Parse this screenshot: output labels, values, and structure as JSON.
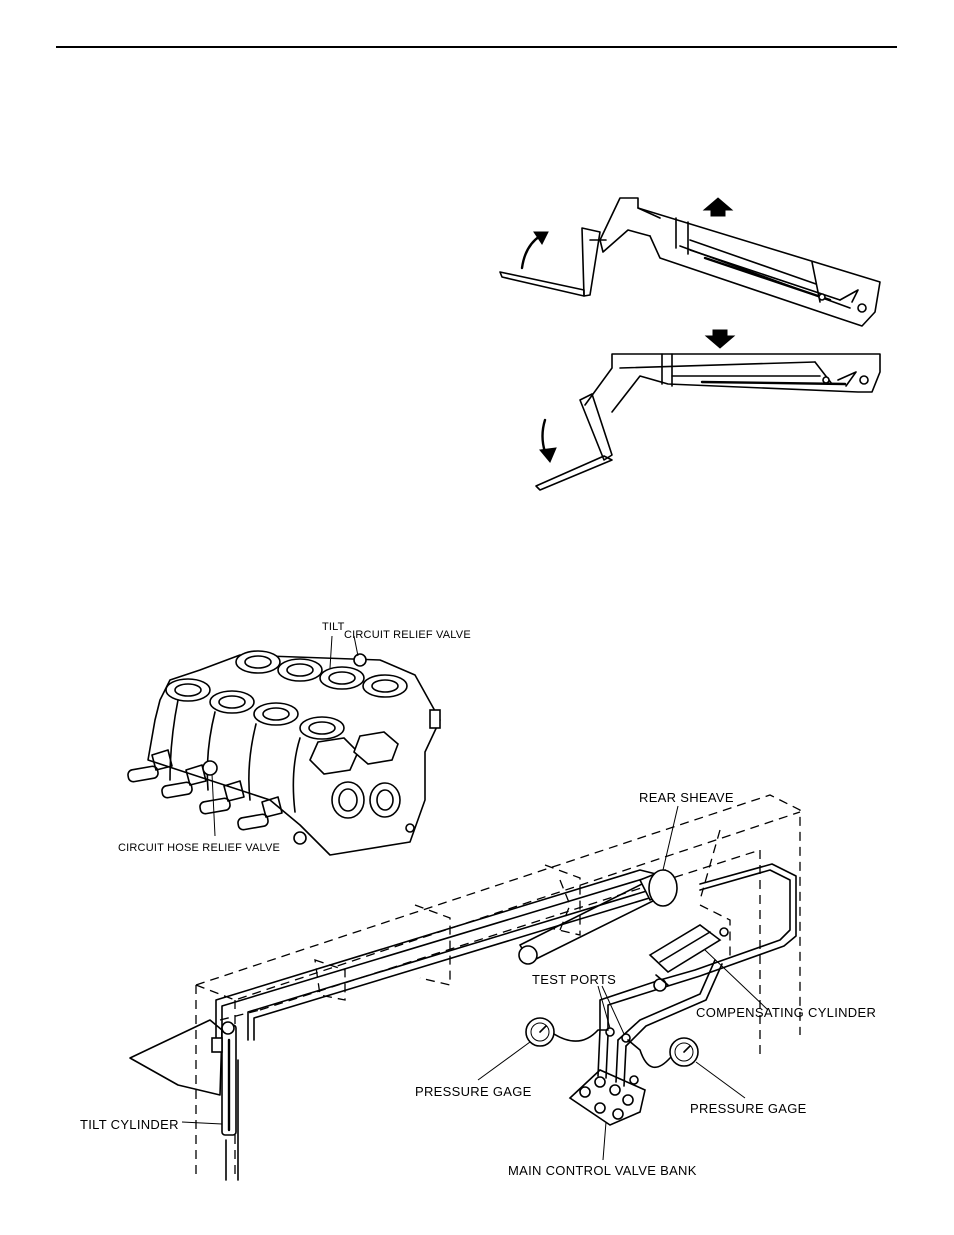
{
  "labels": {
    "tilt": "TILT",
    "circuit_relief_valve": "CIRCUIT RELIEF VALVE",
    "circuit_hose_relief_valve": "CIRCUIT HOSE RELIEF VALVE",
    "rear_sheave": "REAR SHEAVE",
    "test_ports": "TEST PORTS",
    "compensating_cylinder": "COMPENSATING CYLINDER",
    "pressure_gage_left": "PRESSURE GAGE",
    "pressure_gage_right": "PRESSURE GAGE",
    "tilt_cylinder": "TILT CYLINDER",
    "main_control_valve_bank": "MAIN CONTROL VALVE BANK"
  },
  "icons": {
    "arrow_up": "arrow-up-icon",
    "arrow_down": "arrow-down-icon",
    "curved_arrow_up": "curved-arrow-up-icon",
    "curved_arrow_down": "curved-arrow-down-icon"
  }
}
